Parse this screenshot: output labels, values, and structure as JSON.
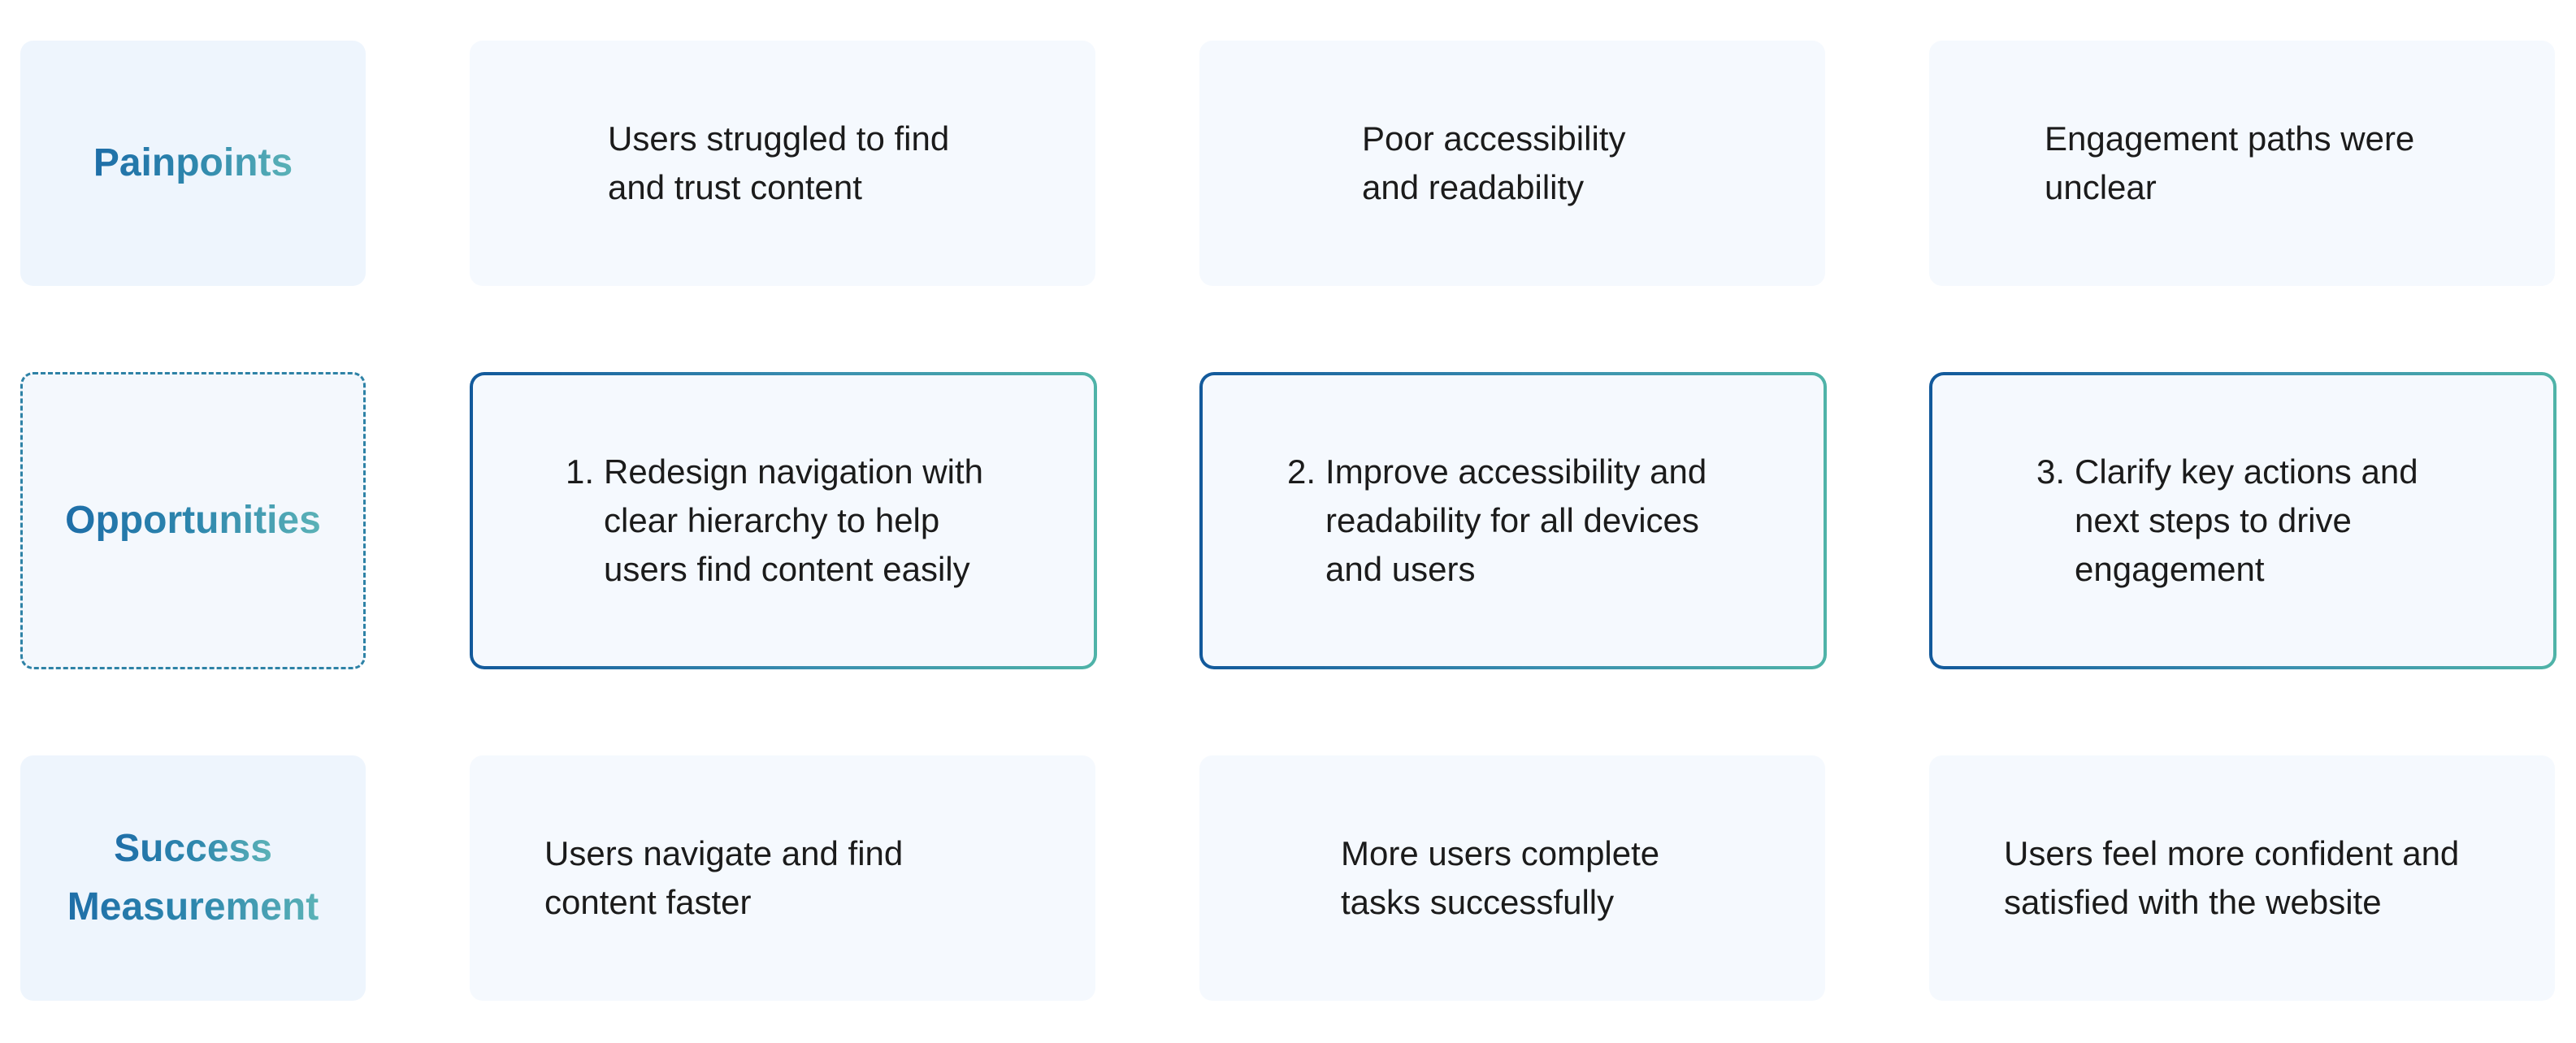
{
  "rows": {
    "painpoints": {
      "label": "Painpoints",
      "cards": [
        "Users struggled to find\nand trust content",
        "Poor accessibility\nand readability",
        "Engagement paths were\nunclear"
      ]
    },
    "opportunities": {
      "label": "Opportunities",
      "items": [
        {
          "number": "1.",
          "text": "Redesign navigation with\nclear hierarchy to help\nusers find content easily"
        },
        {
          "number": "2.",
          "text": "Improve accessibility and\nreadability for all devices\nand users"
        },
        {
          "number": "3.",
          "text": "Clarify key actions and\nnext steps to drive\nengagement"
        }
      ]
    },
    "success": {
      "label_line1": "Success",
      "label_line2": "Measurement",
      "cards": [
        "Users navigate and find\ncontent faster",
        "More users complete\ntasks successfully",
        "Users feel more confident and\nsatisfied with the website"
      ]
    }
  },
  "colors": {
    "card_background": "#f5f9fe",
    "label_background": "#eef5fd",
    "gradient_start": "#12599b",
    "gradient_end": "#4fb3a8",
    "text": "#1b1b1b"
  }
}
